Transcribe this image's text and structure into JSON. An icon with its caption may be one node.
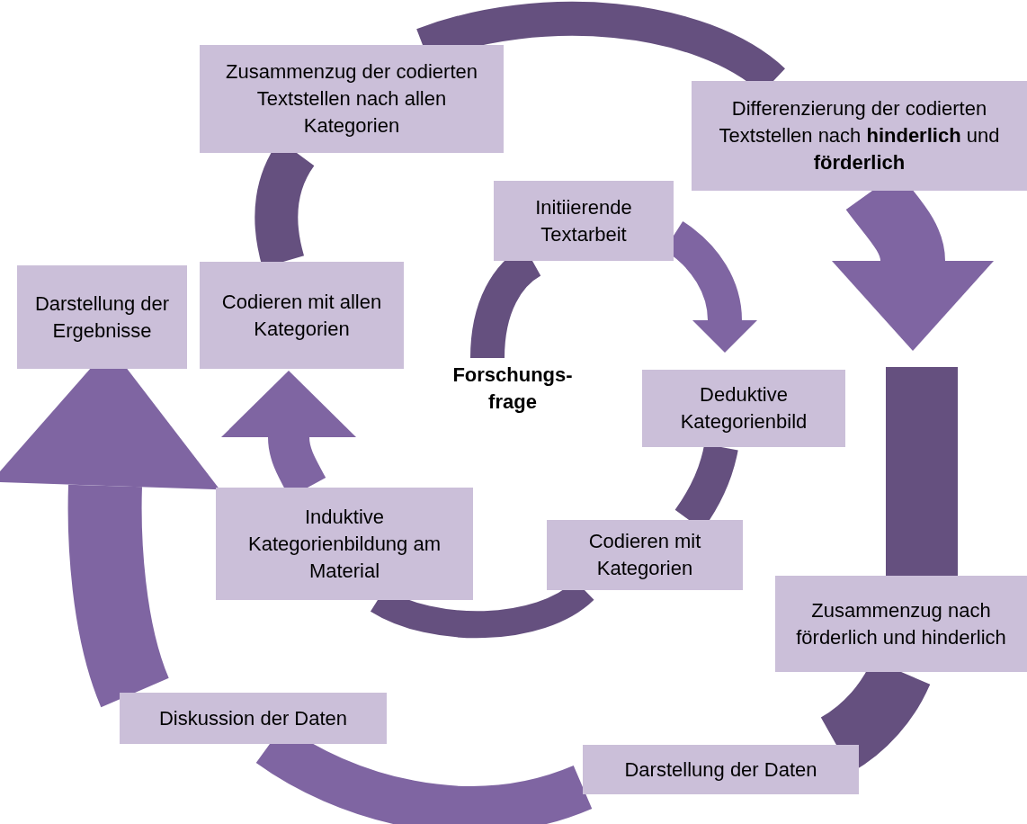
{
  "diagram": {
    "nodes": [
      {
        "text": [
          "Zusammenzug der codierten Textstellen nach allen Kategorien"
        ]
      },
      {
        "text": [
          "Differenzierung der codierten Textstellen nach **hinderlich** und **förderlich**"
        ]
      },
      {
        "text": [
          "Initiierende Textarbeit"
        ]
      },
      {
        "text": [
          "Darstellung der Ergebnisse"
        ]
      },
      {
        "text": [
          "Codieren mit allen Kategorien"
        ]
      },
      {
        "text": [
          "Forschungs- frage"
        ]
      },
      {
        "text": [
          "Deduktive Kategorienbild"
        ]
      },
      {
        "text": [
          "Induktive Kategorienbildung am Material"
        ]
      },
      {
        "text": [
          "Codieren mit Kategorien"
        ]
      },
      {
        "text": [
          "Zusammenzug nach förderlich und hinderlich"
        ]
      },
      {
        "text": [
          "Diskussion der Daten"
        ]
      },
      {
        "text": [
          "Darstellung der Daten"
        ]
      }
    ],
    "edges": [
      {
        "from": 5,
        "to": 2,
        "arrow": "none"
      },
      {
        "from": 2,
        "to": 6,
        "arrow": "to",
        "color": "#7f65a2"
      },
      {
        "from": 6,
        "to": 8,
        "arrow": "none"
      },
      {
        "from": 8,
        "to": 7,
        "arrow": "none"
      },
      {
        "from": 7,
        "to": 4,
        "arrow": "to",
        "color": "#7f65a2"
      },
      {
        "from": 4,
        "to": 0,
        "arrow": "none"
      },
      {
        "from": 0,
        "to": 1,
        "arrow": "none"
      },
      {
        "from": 1,
        "to": 9,
        "arrow": "to",
        "color": "#7f65a2"
      },
      {
        "from": 9,
        "to": 11,
        "arrow": "none"
      },
      {
        "from": 11,
        "to": 10,
        "arrow": "none",
        "color": "#7f65a2"
      },
      {
        "from": 10,
        "to": 3,
        "arrow": "to",
        "color": "#7f65a2"
      }
    ]
  }
}
